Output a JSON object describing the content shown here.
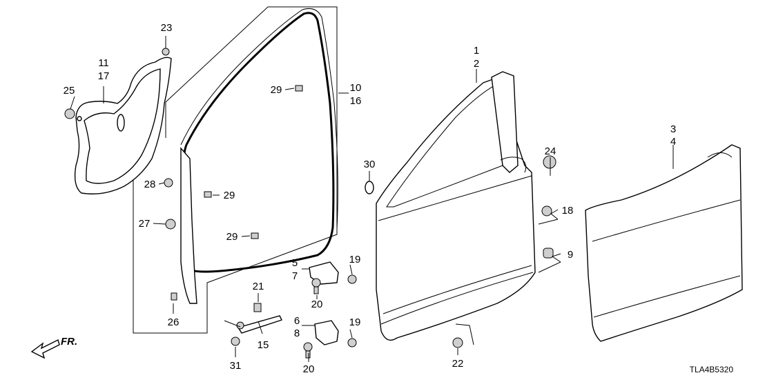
{
  "diagram": {
    "code": "TLA4B5320",
    "direction_label": "FR.",
    "callouts": {
      "c1": "1",
      "c2": "2",
      "c3": "3",
      "c4": "4",
      "c5": "5",
      "c6": "6",
      "c7": "7",
      "c8": "8",
      "c9": "9",
      "c10": "10",
      "c11": "11",
      "c15": "15",
      "c16": "16",
      "c17": "17",
      "c18": "18",
      "c19a": "19",
      "c19b": "19",
      "c20a": "20",
      "c20b": "20",
      "c21": "21",
      "c22": "22",
      "c23": "23",
      "c24": "24",
      "c25": "25",
      "c26": "26",
      "c27": "27",
      "c28": "28",
      "c29a": "29",
      "c29b": "29",
      "c29c": "29",
      "c30": "30",
      "c31": "31"
    }
  }
}
